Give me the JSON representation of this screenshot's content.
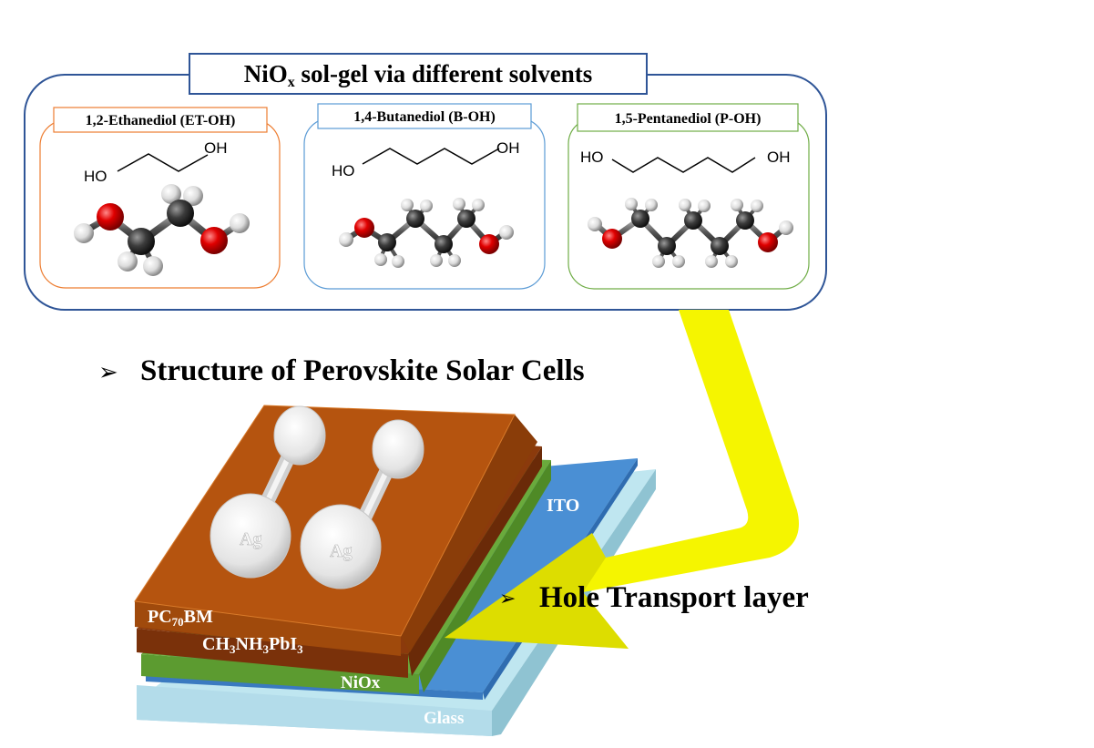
{
  "panel": {
    "title_main": "NiO",
    "title_sub": "x",
    "title_rest": " sol-gel via different solvents",
    "border_color": "#2f5597"
  },
  "solvents": [
    {
      "label": "1,2-Ethanediol (ET-OH)",
      "ho": "HO",
      "oh": "OH",
      "border_color": "#ed7d31"
    },
    {
      "label": "1,4-Butanediol (B-OH)",
      "ho": "HO",
      "oh": "OH",
      "border_color": "#5b9bd5"
    },
    {
      "label": "1,5-Pentanediol (P-OH)",
      "ho": "HO",
      "oh": "OH",
      "border_color": "#70ad47"
    }
  ],
  "structure_heading": "Structure of Perovskite Solar Cells",
  "bullet_glyph": "➢",
  "layers": {
    "ito": "ITO",
    "pcbm_a": "PC",
    "pcbm_sub": "70",
    "pcbm_b": "BM",
    "perov_a": "CH",
    "perov_s1": "3",
    "perov_b": "NH",
    "perov_s2": "3",
    "perov_c": "PbI",
    "perov_s3": "3",
    "niox": "NiOx",
    "glass": "Glass",
    "electrode_1": "Ag",
    "electrode_2": "Ag"
  },
  "htl_label": "Hole Transport layer",
  "colors": {
    "arrow": "#f5f500",
    "glass": "#bfe6f0",
    "ito": "#4a8fd4",
    "niox": "#6aaa3c",
    "perovskite": "#8b3a0c",
    "pcbm": "#b5540f",
    "silver": "#e6e6e6"
  }
}
